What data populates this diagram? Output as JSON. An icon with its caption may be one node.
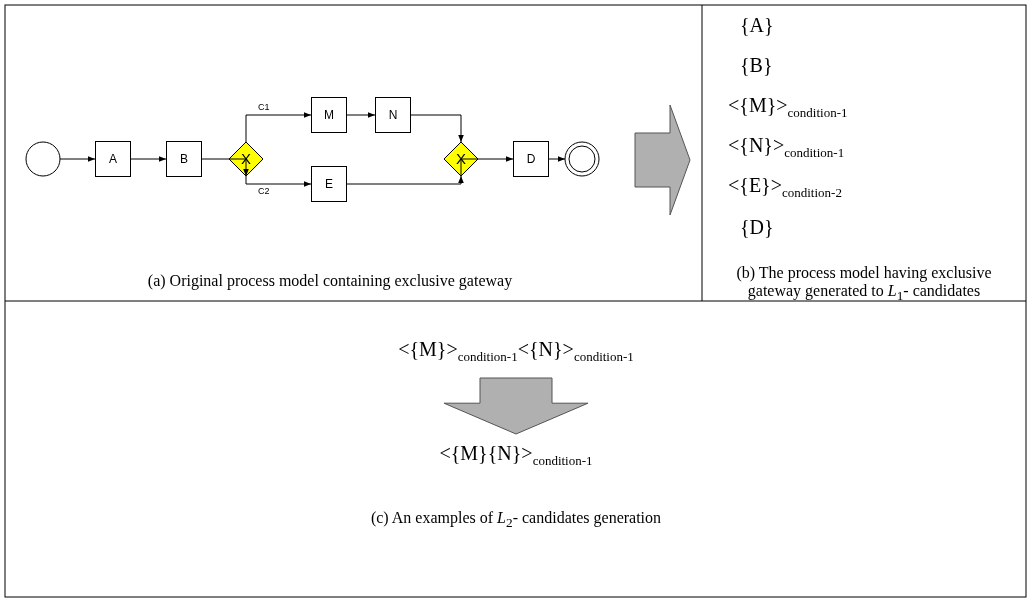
{
  "diagram": {
    "nodes": [
      {
        "text": [],
        "shape": "circle"
      },
      {
        "text": [
          "A"
        ]
      },
      {
        "text": [
          "B"
        ]
      },
      {
        "text": [
          "X"
        ]
      },
      {
        "text": [
          "M"
        ]
      },
      {
        "text": [
          "N"
        ]
      },
      {
        "text": [
          "E"
        ]
      },
      {
        "text": [
          "X"
        ]
      },
      {
        "text": [
          "D"
        ]
      },
      {
        "text": [],
        "shape": "circle"
      },
      {
        "text": [
          "<{M}>$_{condition-1}$<{N}>$_{condition-1}$"
        ]
      },
      {
        "text": [
          "<{M}{N}>$_{condition-1}$"
        ]
      }
    ],
    "edges": [
      {
        "from": 0,
        "to": 1,
        "arrow": "to"
      },
      {
        "from": 1,
        "to": 2,
        "arrow": "to"
      },
      {
        "from": 2,
        "to": 3,
        "arrow": "to"
      },
      {
        "from": 3,
        "to": 4,
        "arrow": "to",
        "label": "C1"
      },
      {
        "from": 4,
        "to": 5,
        "arrow": "to"
      },
      {
        "from": 5,
        "to": 7,
        "arrow": "to"
      },
      {
        "from": 3,
        "to": 6,
        "arrow": "to",
        "label": "C2"
      },
      {
        "from": 6,
        "to": 7,
        "arrow": "to"
      },
      {
        "from": 7,
        "to": 8,
        "arrow": "to"
      },
      {
        "from": 8,
        "to": 9,
        "arrow": "to"
      },
      {
        "from": 10,
        "to": 11,
        "arrow": "to"
      }
    ],
    "labels": [
      "{A}",
      "{B}",
      "<{M}>$_{condition-1}$",
      "<{N}>$_{condition-1}$",
      "<{E}>$_{condition-2}$",
      "{D}",
      "(a) Original process model containing exclusive gateway",
      "(b) The process model having exclusive gateway generated to *L*$_{1}$- candidates",
      "(c) An examples of *L*$_{2}$- candidates generation"
    ]
  }
}
